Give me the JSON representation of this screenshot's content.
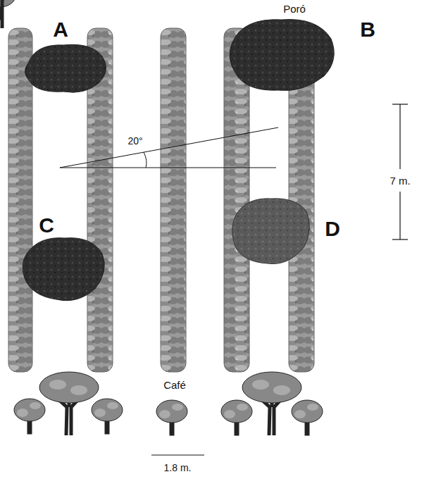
{
  "diagram": {
    "labels": [
      "A",
      "Poró",
      "B",
      "20°",
      "7 m.",
      "C",
      "D",
      "Café",
      "1.8 m."
    ]
  }
}
